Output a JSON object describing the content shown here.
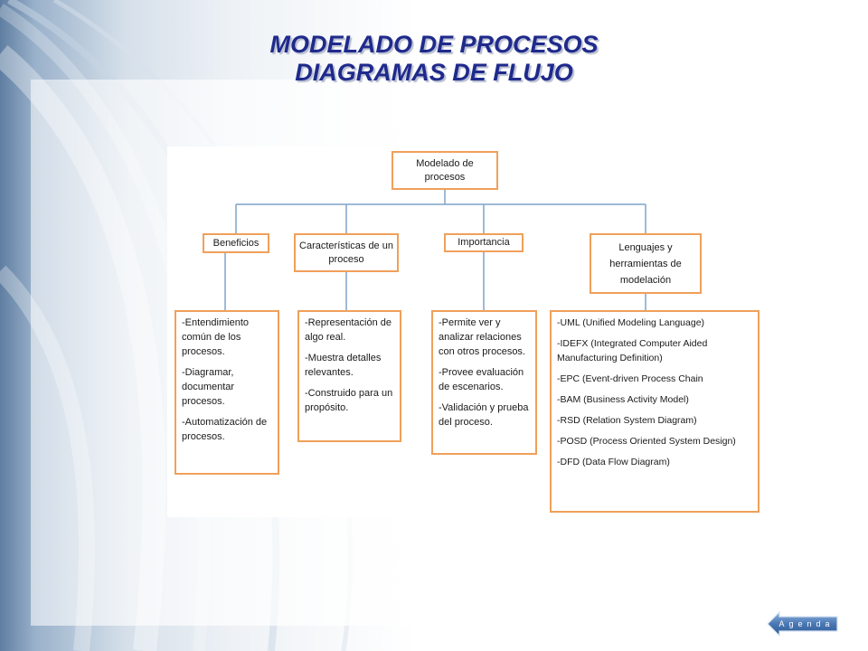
{
  "title": {
    "line1": "MODELADO DE PROCESOS",
    "line2": "DIAGRAMAS DE FLUJO"
  },
  "diagram": {
    "root": "Modelado de procesos",
    "branches": [
      {
        "heading": "Beneficios",
        "items": [
          "-Entendimiento común de los procesos.",
          "-Diagramar, documentar procesos.",
          "-Automatización de procesos."
        ]
      },
      {
        "heading": "Características de un proceso",
        "items": [
          "-Representación de algo real.",
          "-Muestra detalles relevantes.",
          "-Construido para un propósito."
        ]
      },
      {
        "heading": "Importancia",
        "items": [
          "-Permite ver y analizar relaciones con otros procesos.",
          "-Provee evaluación de escenarios.",
          "-Validación y prueba del proceso."
        ]
      },
      {
        "heading": "Lenguajes y herramientas de modelación",
        "items": [
          "-UML (Unified Modeling Language)",
          "-IDEFX (Integrated Computer Aided Manufacturing Definition)",
          "-EPC (Event-driven Process Chain",
          "-BAM (Business Activity Model)",
          "-RSD (Relation System Diagram)",
          "-POSD (Process Oriented System Design)",
          "-DFD (Data Flow Diagram)"
        ]
      }
    ]
  },
  "nav": {
    "agenda_label": "Agenda"
  },
  "colors": {
    "title": "#1f2a8c",
    "box_border": "#f0a05a",
    "connector": "#7fa3c8",
    "agenda_button": "#4a78b4"
  }
}
